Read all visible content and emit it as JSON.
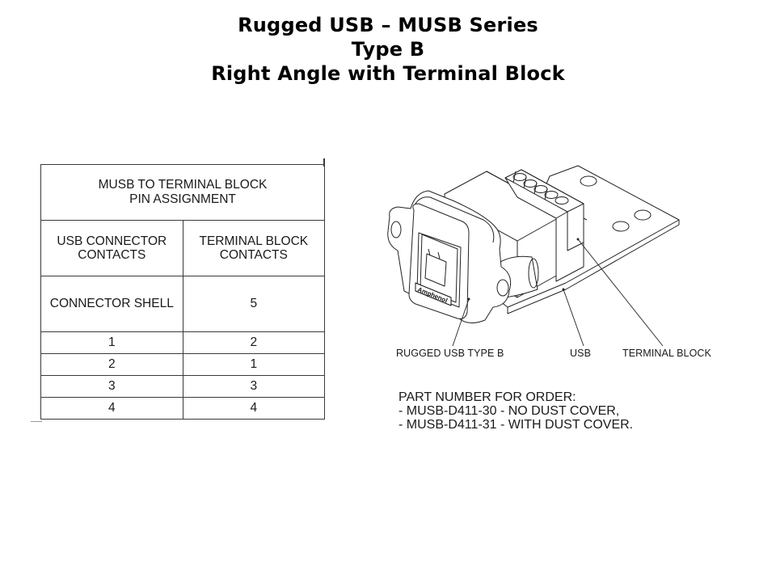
{
  "title": {
    "lines": [
      "Rugged USB – MUSB Series",
      "Type B",
      "Right Angle with Terminal Block"
    ]
  },
  "pin_table": {
    "title_line1": "MUSB TO TERMINAL BLOCK",
    "title_line2": "PIN ASSIGNMENT",
    "col1_header_line1": "USB CONNECTOR",
    "col1_header_line2": "CONTACTS",
    "col2_header_line1": "TERMINAL BLOCK",
    "col2_header_line2": "CONTACTS",
    "rows": [
      {
        "usb": "CONNECTOR SHELL",
        "terminal": "5"
      },
      {
        "usb": "1",
        "terminal": "2"
      },
      {
        "usb": "2",
        "terminal": "1"
      },
      {
        "usb": "3",
        "terminal": "3"
      },
      {
        "usb": "4",
        "terminal": "4"
      }
    ]
  },
  "drawing": {
    "logo_text": "Amphenol",
    "callouts": {
      "rugged_usb": "RUGGED USB  TYPE B",
      "usb": "USB",
      "terminal_block": "TERMINAL  BLOCK"
    }
  },
  "part_numbers": {
    "heading": "PART NUMBER FOR ORDER:",
    "items": [
      "- MUSB-D411-30 - NO DUST COVER,",
      "- MUSB-D411-31 - WITH DUST COVER."
    ]
  }
}
